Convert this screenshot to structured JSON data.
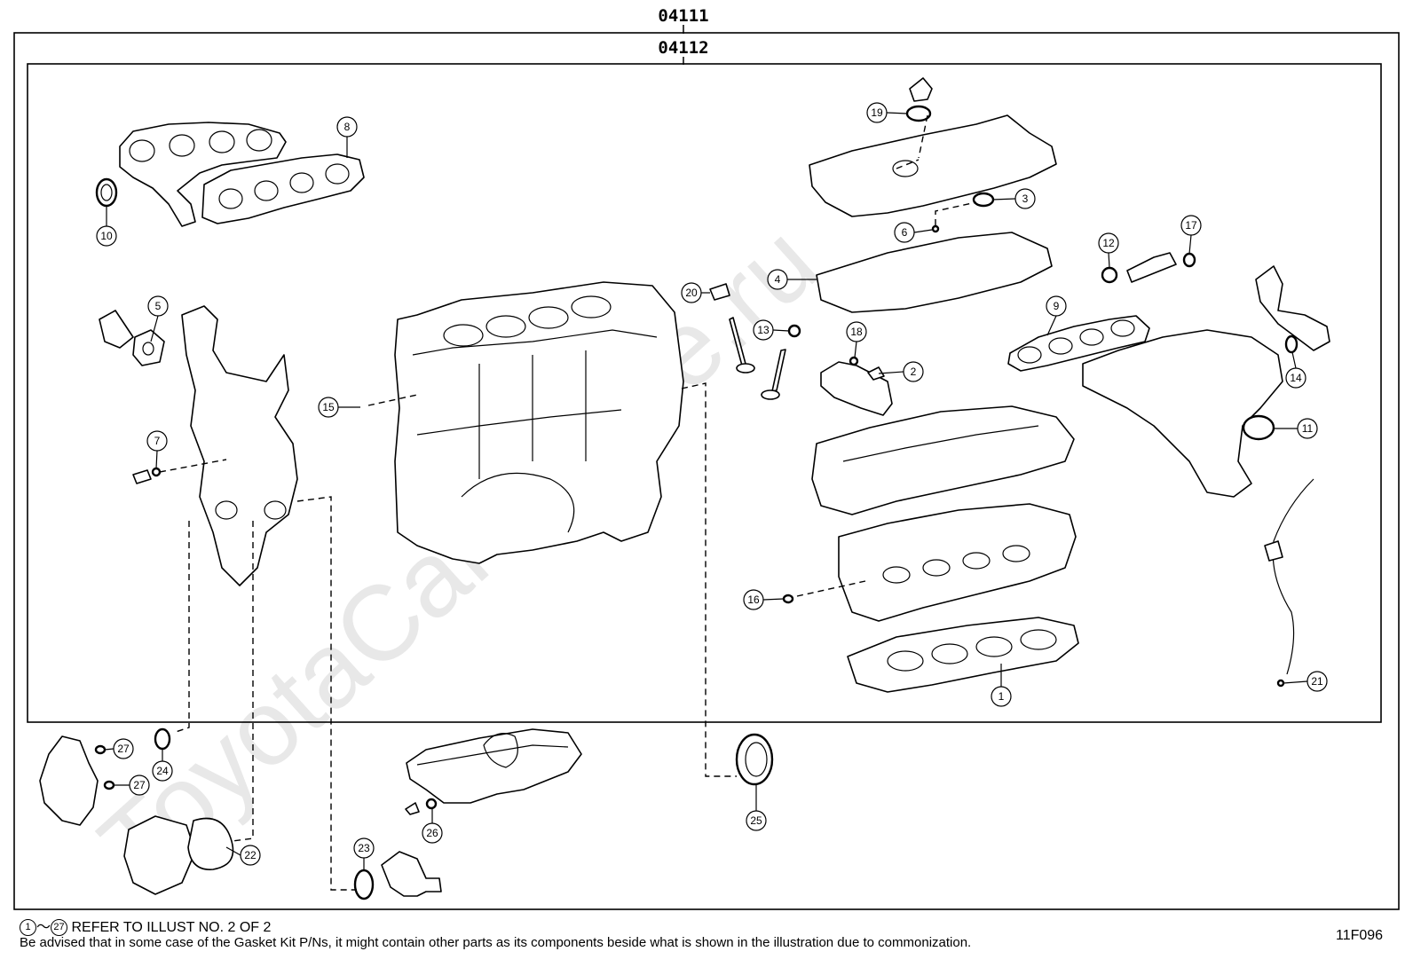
{
  "codes": {
    "outer": "04111",
    "inner": "04112"
  },
  "watermark": "ToyotaCarOnline.ru",
  "callouts": [
    {
      "n": "1"
    },
    {
      "n": "2"
    },
    {
      "n": "3"
    },
    {
      "n": "4"
    },
    {
      "n": "5"
    },
    {
      "n": "6"
    },
    {
      "n": "7"
    },
    {
      "n": "8"
    },
    {
      "n": "9"
    },
    {
      "n": "10"
    },
    {
      "n": "11"
    },
    {
      "n": "12"
    },
    {
      "n": "13"
    },
    {
      "n": "14"
    },
    {
      "n": "15"
    },
    {
      "n": "16"
    },
    {
      "n": "17"
    },
    {
      "n": "18"
    },
    {
      "n": "19"
    },
    {
      "n": "20"
    },
    {
      "n": "21"
    },
    {
      "n": "22"
    },
    {
      "n": "23"
    },
    {
      "n": "24"
    },
    {
      "n": "25"
    },
    {
      "n": "26"
    },
    {
      "n": "27a"
    },
    {
      "n": "27b"
    }
  ],
  "callout_labels": {
    "1": "1",
    "2": "2",
    "3": "3",
    "4": "4",
    "5": "5",
    "6": "6",
    "7": "7",
    "8": "8",
    "9": "9",
    "10": "10",
    "11": "11",
    "12": "12",
    "13": "13",
    "14": "14",
    "15": "15",
    "16": "16",
    "17": "17",
    "18": "18",
    "19": "19",
    "20": "20",
    "21": "21",
    "22": "22",
    "23": "23",
    "24": "24",
    "25": "25",
    "26": "26",
    "27a": "27",
    "27b": "27"
  },
  "footer": {
    "range_start": "1",
    "tilde": "～",
    "range_end": "27",
    "refer_text": "REFER TO ILLUST NO. 2 OF 2",
    "notice": "Be advised that in some case of the Gasket Kit P/Ns,  it might contain other parts as its components beside what is shown in the illustration due to commonization."
  },
  "figure_code": "11F096"
}
